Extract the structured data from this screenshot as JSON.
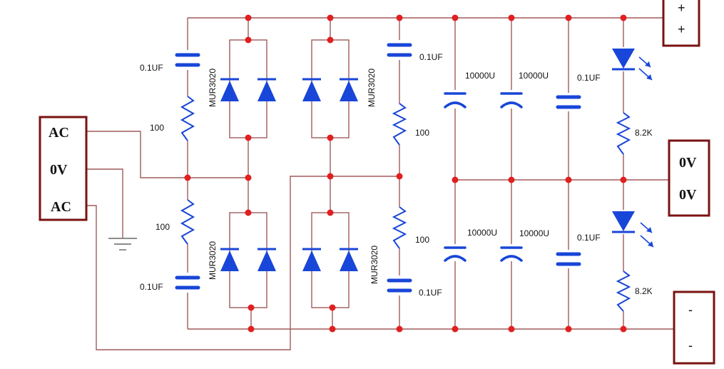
{
  "input_terminal": {
    "labels": [
      "AC",
      "0V",
      "AC"
    ]
  },
  "output_terminals": {
    "positive": [
      "+",
      "+"
    ],
    "zero": [
      "0V",
      "0V"
    ],
    "negative": [
      "-",
      "-"
    ]
  },
  "components": {
    "snubber_cap_top": "0.1UF",
    "snubber_res_top": "100",
    "snubber_res_bottom": "100",
    "snubber_cap_bottom": "0.1UF",
    "diode_part": "MUR3020",
    "right_cap_top": "0.1UF",
    "right_res_top": "100",
    "right_res_bottom": "100",
    "right_cap_bottom": "0.1UF",
    "electrolytic": "10000U",
    "film_cap": "0.1UF",
    "led_resistor": "8.2K"
  },
  "colors": {
    "wire": "#a05a5a",
    "node": "#e02020",
    "component": "#1846d8",
    "terminal_border": "#7a1212"
  }
}
